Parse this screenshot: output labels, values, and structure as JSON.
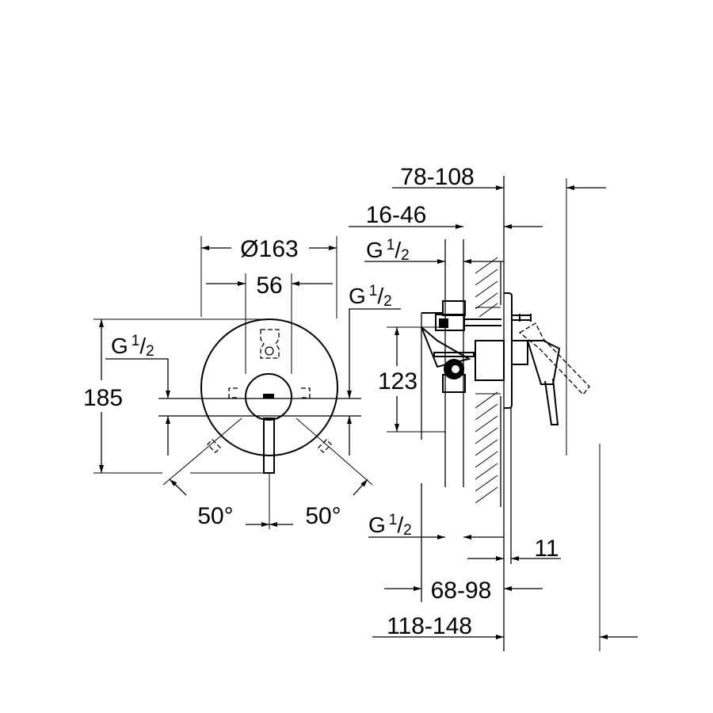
{
  "front_view": {
    "diameter": "Ø163",
    "handle_width": "56",
    "height": "185",
    "angle_left": "50°",
    "angle_right": "50°",
    "thread_left": {
      "g": "G",
      "num": "1",
      "slash": "/",
      "den": "2"
    },
    "thread_right": {
      "g": "G",
      "num": "1",
      "slash": "/",
      "den": "2"
    }
  },
  "side_view": {
    "depth_total_top": "78-108",
    "depth_range": "16-46",
    "height": "123",
    "plate": "11",
    "depth_mid": "68-98",
    "depth_total_bottom": "118-148",
    "thread_top": {
      "g": "G",
      "num": "1",
      "slash": "/",
      "den": "2"
    },
    "thread_bottom": {
      "g": "G",
      "num": "1",
      "slash": "/",
      "den": "2"
    }
  }
}
